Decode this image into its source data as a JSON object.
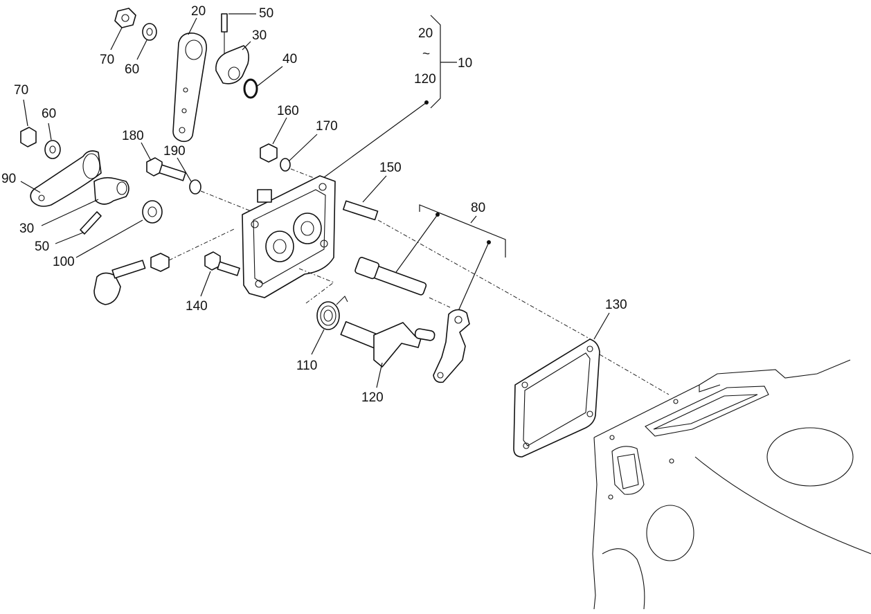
{
  "diagram": {
    "callouts": {
      "c20_top": "20",
      "c50_top": "50",
      "c30_top": "30",
      "c40": "40",
      "c70_top": "70",
      "c60_top": "60",
      "c70_left": "70",
      "c60_left": "60",
      "c90": "90",
      "c30_left": "30",
      "c50_left": "50",
      "c100": "100",
      "c180": "180",
      "c190": "190",
      "c160": "160",
      "c170": "170",
      "c150": "150",
      "c140": "140",
      "c110": "110",
      "c120": "120",
      "c80": "80",
      "c130": "130",
      "range_from": "20",
      "range_sep": "~",
      "range_to": "120",
      "c10": "10"
    }
  }
}
